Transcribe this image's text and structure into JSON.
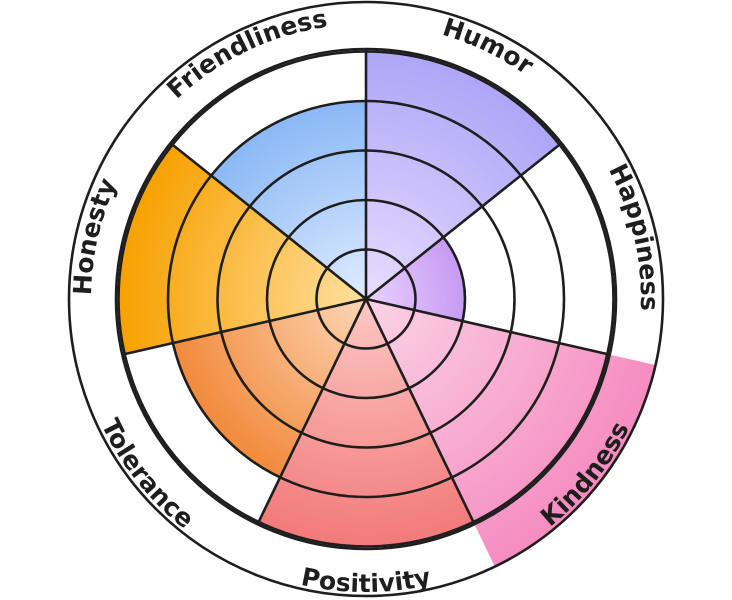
{
  "chart_data": {
    "type": "polar-area",
    "title": "",
    "categories": [
      "Humor",
      "Happiness",
      "Kindness",
      "Positivity",
      "Tolerance",
      "Honesty",
      "Friendliness"
    ],
    "values": [
      5,
      2,
      6,
      5,
      4,
      5,
      4
    ],
    "rmax": 6,
    "ring_levels": [
      1,
      2,
      3,
      4,
      5,
      6
    ],
    "gridlines": true,
    "legend": "none",
    "colors": [
      [
        "#e8ddff",
        "#aea5f7"
      ],
      [
        "#e9d2ff",
        "#c69bf2"
      ],
      [
        "#fbd3e6",
        "#f58cc0"
      ],
      [
        "#fcc8c4",
        "#f27a7a"
      ],
      [
        "#fcd6b6",
        "#f28a3c"
      ],
      [
        "#ffe0a0",
        "#f7a100"
      ],
      [
        "#e0ecff",
        "#8ab8f5"
      ]
    ],
    "stroke_color": "#1e1e1e"
  }
}
